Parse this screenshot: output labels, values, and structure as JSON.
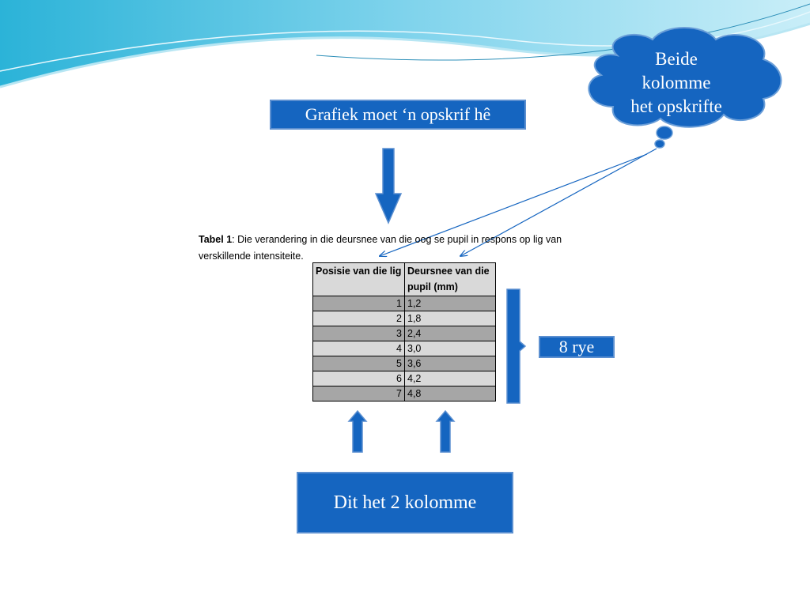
{
  "colors": {
    "accent": "#1565c0",
    "wave": "#8fd3ea"
  },
  "title_box": {
    "label": "Grafiek moet ‘n opskrif hê"
  },
  "cloud": {
    "lines": [
      "Beide",
      "kolomme",
      "het opskrifte"
    ]
  },
  "caption": {
    "bold": "Tabel 1",
    "text": ": Die verandering in die deursnee van die oog se pupil in respons op lig van verskillende intensiteite."
  },
  "table": {
    "headers": [
      "Posisie van die lig",
      "Deursnee van die pupil (mm)"
    ],
    "rows": [
      [
        "1",
        "1,2"
      ],
      [
        "2",
        "1,8"
      ],
      [
        "3",
        "2,4"
      ],
      [
        "4",
        "3,0"
      ],
      [
        "5",
        "3,6"
      ],
      [
        "6",
        "4,2"
      ],
      [
        "7",
        "4,8"
      ]
    ]
  },
  "rows_box": {
    "label": "8 rye"
  },
  "columns_box": {
    "label": "Dit het 2 kolomme"
  }
}
